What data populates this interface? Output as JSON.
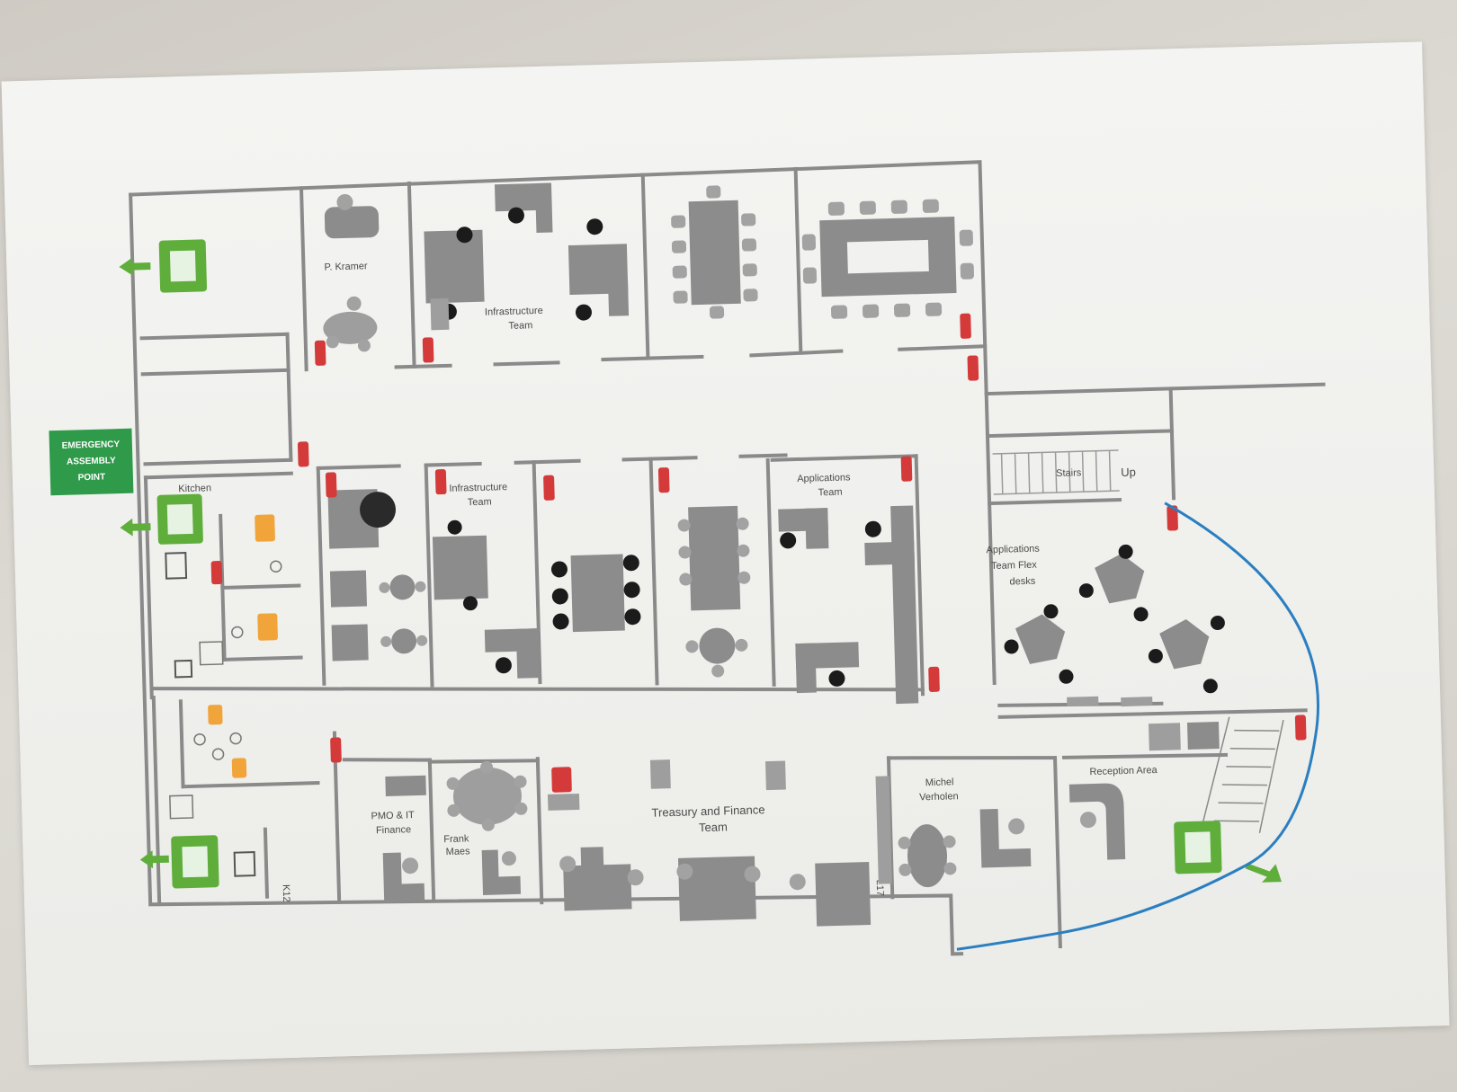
{
  "labels": {
    "emergency_line1": "EMERGENCY",
    "emergency_line2": "ASSEMBLY",
    "emergency_line3": "POINT",
    "kramer": "P. Kramer",
    "infra_top_1": "Infrastructure",
    "infra_top_2": "Team",
    "kitchen": "Kitchen",
    "infra_mid_1": "Infrastructure",
    "infra_mid_2": "Team",
    "apps_1": "Applications",
    "apps_2": "Team",
    "stairs": "Stairs",
    "up": "Up",
    "flex_1": "Applications",
    "flex_2": "Team Flex",
    "flex_3": "desks",
    "pmo_1": "PMO & IT",
    "pmo_2": "Finance",
    "frank_1": "Frank",
    "frank_2": "Maes",
    "treasury_1": "Treasury and Finance",
    "treasury_2": "Team",
    "michel_1": "Michel",
    "michel_2": "Verholen",
    "reception": "Reception Area",
    "code_k": "K12",
    "code_l": "L17"
  },
  "colors": {
    "exit_sign": "#5fae3c",
    "assembly_sign": "#2f9a4a",
    "extinguisher": "#d43a3a",
    "restroom_sign": "#f0a43a",
    "evacuation_route": "#2a7fc1",
    "furniture": "#8c8c8c",
    "walls": "#8a8a8a"
  },
  "icons": [
    "exit-sign-icon",
    "fire-extinguisher-icon",
    "restroom-icon",
    "accessible-icon",
    "exit-arrow-icon",
    "first-aid-icon"
  ]
}
